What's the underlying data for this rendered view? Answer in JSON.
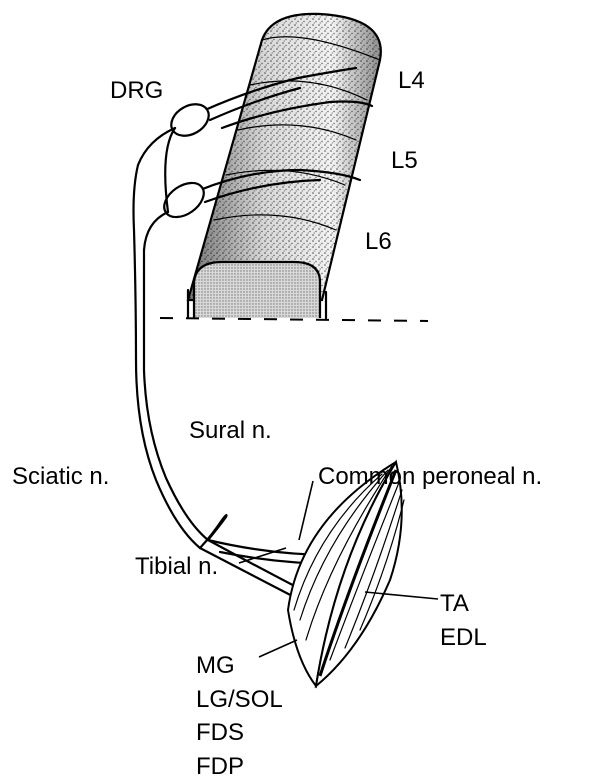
{
  "labels": {
    "drg": "DRG",
    "l4": "L4",
    "l5": "L5",
    "l6": "L6",
    "sciatic": "Sciatic n.",
    "sural": "Sural n.",
    "common_peroneal": "Common peroneal n.",
    "tibial": "Tibial n.",
    "ta": "TA",
    "edl": "EDL",
    "mg": "MG",
    "lg_sol": "LG/SOL",
    "fds": "FDS",
    "fdp": "FDP"
  }
}
